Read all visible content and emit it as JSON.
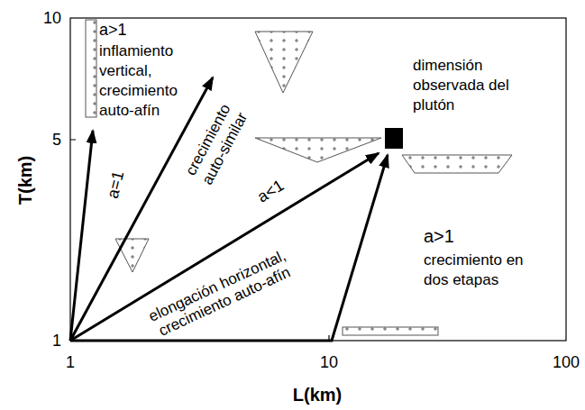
{
  "diagram": {
    "labels": [
      "10",
      "T(km)",
      "5",
      "1",
      "1",
      "10",
      "100",
      "L(km)",
      "a>1",
      "inflamiento vertical, crecimiento auto-afín",
      "a=1",
      "crecimiento auto-similar",
      "a<1",
      "elongación horizontal, crecimiento auto-afín",
      "dimensión observada del plutón",
      "a>1",
      "crecimiento en dos etapas"
    ]
  }
}
